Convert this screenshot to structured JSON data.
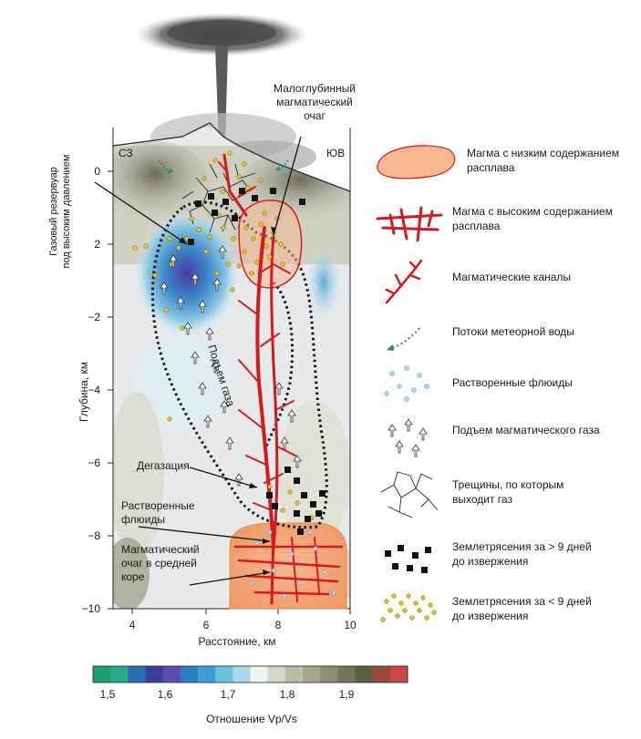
{
  "plot": {
    "x_label": "Расстояние, км",
    "y_label": "Глубина, км",
    "left_label_line1": "Газовый резервуар",
    "left_label_line2": "под высоким давлением",
    "x_ticks": [
      "4",
      "6",
      "8",
      "10"
    ],
    "y_ticks": [
      "0",
      "2",
      "−2",
      "−4",
      "−6",
      "−8",
      "−10"
    ],
    "corner_nw": "СЗ",
    "corner_se": "ЮВ"
  },
  "annotations": {
    "shallow_chamber_line1": "Малоглубинный",
    "shallow_chamber_line2": "магматический",
    "shallow_chamber_line3": "очаг",
    "gas_rise": "Подъем газа",
    "degassing": "Дегазация",
    "dissolved_line1": "Растворенные",
    "dissolved_line2": "флюиды",
    "deep_chamber_line1": "Магматический",
    "deep_chamber_line2": "очаг в средней",
    "deep_chamber_line3": "коре"
  },
  "legend": {
    "items": [
      {
        "line1": "Магма с низким содержанием",
        "line2": "расплава"
      },
      {
        "line1": "Магма с высоким содержанием",
        "line2": "расплава"
      },
      {
        "line1": "Магматические каналы",
        "line2": ""
      },
      {
        "line1": "Потоки метеорной воды",
        "line2": ""
      },
      {
        "line1": "Растворенные флюиды",
        "line2": ""
      },
      {
        "line1": "Подъем магматического газа",
        "line2": ""
      },
      {
        "line1": "Трещины, по которым",
        "line2": "выходит газ"
      },
      {
        "line1": "Землетрясения за > 9 дней",
        "line2": "до извержения"
      },
      {
        "line1": "Землетрясения за < 9 дней",
        "line2": "до извержения"
      }
    ]
  },
  "colorbar": {
    "title": "Отношение Vp/Vs",
    "ticks": [
      "1,5",
      "1,6",
      "1,7",
      "1,8",
      "1,9"
    ],
    "colors": [
      "#1a9e72",
      "#2aa88a",
      "#2a6fae",
      "#3a3f98",
      "#5a4cb0",
      "#2d7fc0",
      "#3aa0d6",
      "#6ec0e0",
      "#a8d8ea",
      "#eef3f3",
      "#d7d7c8",
      "#bdbda6",
      "#a6a68a",
      "#8e8e72",
      "#75755c",
      "#5e5e48",
      "#9a4a3a",
      "#c94848"
    ]
  },
  "colors": {
    "magma_high": "#d6191e",
    "magma_low": "#f2a77a",
    "earthquake_late": "#e8c21a",
    "earthquake_early": "#111111",
    "meteoric_water": "#2a8a78"
  },
  "icons": [
    "plume-icon",
    "magma-low-icon",
    "magma-high-icon",
    "channels-icon",
    "meteoric-water-icon",
    "dissolved-fluids-icon",
    "gas-rise-icon",
    "cracks-icon",
    "earthquake-early-icon",
    "earthquake-late-icon"
  ]
}
